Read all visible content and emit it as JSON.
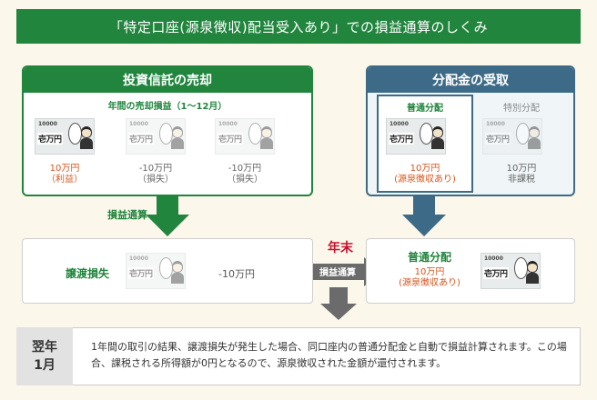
{
  "title": "「特定口座(源泉徴収)配当受入あり」での損益通算のしくみ",
  "left_panel": {
    "heading": "投資信託の売却",
    "subheading": "年間の売却損益（1〜12月）",
    "items": [
      {
        "amount": "10万円",
        "note": "（利益）",
        "tone": "orange"
      },
      {
        "amount": "-10万円",
        "note": "（損失）",
        "tone": "gray"
      },
      {
        "amount": "-10万円",
        "note": "（損失）",
        "tone": "gray"
      }
    ]
  },
  "right_panel": {
    "heading": "分配金の受取",
    "columns": [
      {
        "label": "普通分配",
        "amount": "10万円",
        "note": "(源泉徴収あり)",
        "active": true
      },
      {
        "label": "特別分配",
        "amount": "10万円",
        "note": "非課税",
        "active": false
      }
    ]
  },
  "banknote": {
    "number": "10000",
    "denomination": "壱万円"
  },
  "arrow_label": "損益通算",
  "bottom_left": {
    "label": "譲渡損失",
    "amount": "-10万円"
  },
  "bottom_right": {
    "label": "普通分配",
    "amount": "10万円",
    "note": "(源泉徴収あり)"
  },
  "center": {
    "year_end": "年末",
    "offset": "損益通算"
  },
  "footer": {
    "year_line1": "翌年",
    "year_line2": "1月",
    "text": "1年間の取引の結果、譲渡損失が発生した場合、同口座内の普通分配金と自動で損益計算されます。この場合、課税される所得額が0円となるので、源泉徴収された金額が還付されます。"
  },
  "colors": {
    "green": "#21853e",
    "blue": "#3d6b87",
    "orange": "#d9541c",
    "gray_arrow": "#6b6b6b",
    "red": "#c8102e"
  }
}
